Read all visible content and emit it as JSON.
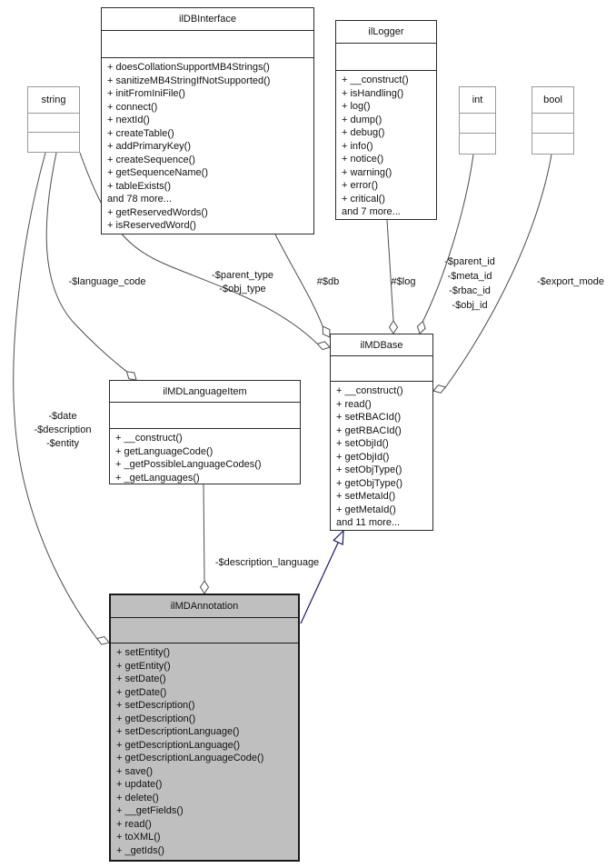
{
  "classes": {
    "ilDBInterface": {
      "name": "ilDBInterface",
      "methods": [
        "+ doesCollationSupportMB4Strings()",
        "+ sanitizeMB4StringIfNotSupported()",
        "+ initFromIniFile()",
        "+ connect()",
        "+ nextId()",
        "+ createTable()",
        "+ addPrimaryKey()",
        "+ createSequence()",
        "+ getSequenceName()",
        "+ tableExists()",
        "and 78 more...",
        "+ getReservedWords()",
        "+ isReservedWord()"
      ]
    },
    "ilLogger": {
      "name": "ilLogger",
      "methods": [
        "+ __construct()",
        "+ isHandling()",
        "+ log()",
        "+ dump()",
        "+ debug()",
        "+ info()",
        "+ notice()",
        "+ warning()",
        "+ error()",
        "+ critical()",
        "and 7 more..."
      ]
    },
    "string": {
      "name": "string"
    },
    "int": {
      "name": "int"
    },
    "bool": {
      "name": "bool"
    },
    "ilMDBase": {
      "name": "ilMDBase",
      "methods": [
        "+ __construct()",
        "+ read()",
        "+ setRBACId()",
        "+ getRBACId()",
        "+ setObjId()",
        "+ getObjId()",
        "+ setObjType()",
        "+ getObjType()",
        "+ setMetaId()",
        "+ getMetaId()",
        "and 11 more..."
      ]
    },
    "ilMDLanguageItem": {
      "name": "ilMDLanguageItem",
      "methods": [
        "+ __construct()",
        "+ getLanguageCode()",
        "+ _getPossibleLanguageCodes()",
        "+ _getLanguages()"
      ]
    },
    "ilMDAnnotation": {
      "name": "ilMDAnnotation",
      "methods": [
        "+ setEntity()",
        "+ getEntity()",
        "+ setDate()",
        "+ getDate()",
        "+ setDescription()",
        "+ getDescription()",
        "+ setDescriptionLanguage()",
        "+ getDescriptionLanguage()",
        "+ getDescriptionLanguageCode()",
        "+ save()",
        "+ update()",
        "+ delete()",
        "+ __getFields()",
        "+ read()",
        "+ toXML()",
        "+ _getIds()"
      ]
    }
  },
  "edge_labels": {
    "language_code": "-$language_code",
    "parent_type": "-$parent_type",
    "obj_type": "-$obj_type",
    "db": "#$db",
    "log": "#$log",
    "parent_id": "-$parent_id",
    "meta_id": "-$meta_id",
    "rbac_id": "-$rbac_id",
    "obj_id": "-$obj_id",
    "export_mode": "-$export_mode",
    "date": "-$date",
    "description": "-$description",
    "entity": "-$entity",
    "description_language": "-$description_language"
  },
  "colors": {
    "highlight_fill": "#bfbfbf",
    "edge": "#4d4d4d",
    "inheritance": "#191970",
    "class_border": "#2b2b2b",
    "primitive_border": "#9a9a9a"
  }
}
